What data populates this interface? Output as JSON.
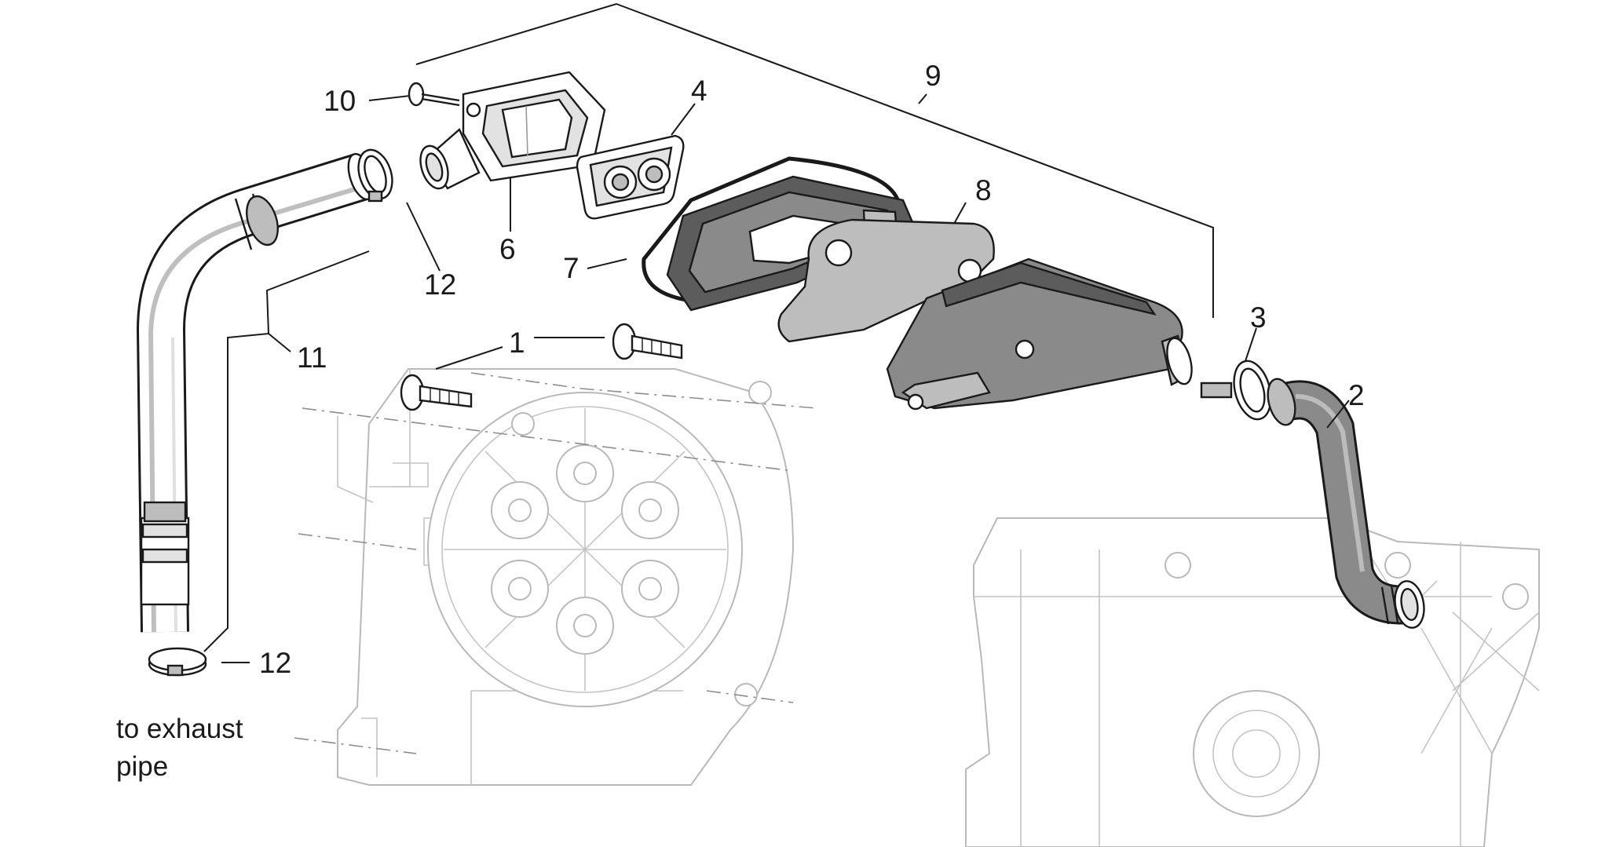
{
  "callouts": {
    "c1": "1",
    "c2": "2",
    "c3": "3",
    "c4": "4",
    "c6": "6",
    "c7": "7",
    "c8": "8",
    "c9": "9",
    "c10": "10",
    "c11": "11",
    "c12a": "12",
    "c12b": "12"
  },
  "note": {
    "line1": "to exhaust",
    "line2": "pipe"
  },
  "colors": {
    "ink": "#1a1a1a",
    "part_fill": "#8a8a8a",
    "ghost_outline": "#b9b9b9"
  }
}
